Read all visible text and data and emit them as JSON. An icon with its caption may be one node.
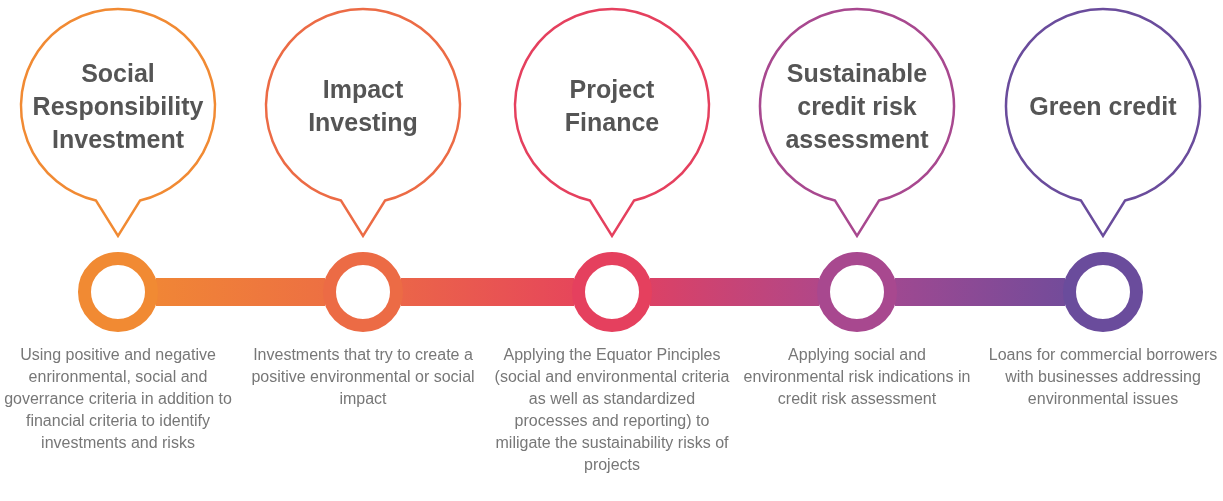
{
  "diagram": {
    "nodes": [
      {
        "text": [
          "Social Responsibility Investment"
        ]
      },
      {
        "text": [
          "Impact Investing"
        ]
      },
      {
        "text": [
          "Project Finance"
        ]
      },
      {
        "text": [
          "Sustainable credit risk assessment"
        ]
      },
      {
        "text": [
          "Green credit"
        ]
      },
      {
        "text": [],
        "shape": "circle",
        "beside": [
          "Using positive and negative enrironmental, social and goverrance criteria in addition to financial criteria to identify investments and risks"
        ]
      },
      {
        "text": [],
        "shape": "circle",
        "beside": [
          "Investments that try to create a positive environmental or social impact"
        ]
      },
      {
        "text": [],
        "shape": "circle",
        "beside": [
          "Applying the Equator Pinciples (social and environmental criteria as well as standardized processes and reporting) to miligate the sustainability risks of projects"
        ]
      },
      {
        "text": [],
        "shape": "circle",
        "beside": [
          "Applying social and environmental risk indications in credit risk assessment"
        ]
      },
      {
        "text": [],
        "shape": "circle",
        "beside": [
          "Loans for commercial borrowers with businesses addressing environmental issues"
        ]
      }
    ],
    "edges": [
      {
        "from": 5,
        "to": 6,
        "arrow": "none",
        "style": "thick"
      },
      {
        "from": 6,
        "to": 7,
        "arrow": "none",
        "style": "thick"
      },
      {
        "from": 7,
        "to": 8,
        "arrow": "none",
        "style": "thick"
      },
      {
        "from": 8,
        "to": 9,
        "arrow": "none",
        "style": "thick"
      }
    ]
  }
}
